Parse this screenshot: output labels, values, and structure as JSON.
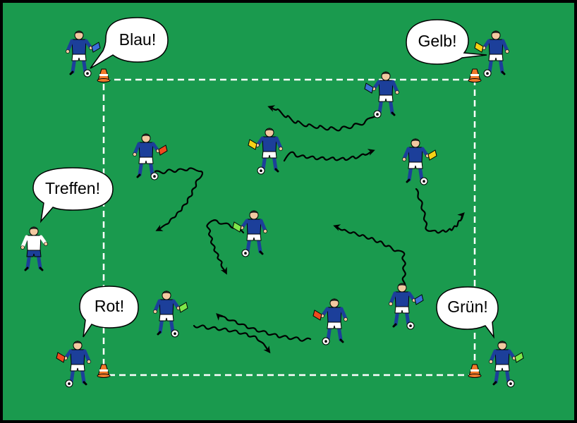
{
  "colors": {
    "field": "#1a9a4e",
    "border": "#000000",
    "line": "#ffffff",
    "shirt": "#1c3f9a",
    "shorts": "#ffffff",
    "skin": "#f2c9a0",
    "bib_blue": "#3b6fd8",
    "bib_yellow": "#f5d315",
    "bib_red": "#f04a1e",
    "bib_green": "#7ee84a",
    "cone": "#f07a2a",
    "arrow": "#000000"
  },
  "calls": {
    "blue": "Blau!",
    "yellow": "Gelb!",
    "red": "Rot!",
    "green": "Grün!",
    "meet": "Treffen!"
  },
  "icons": [
    "player-icon",
    "ball-icon",
    "cone-icon",
    "coach-icon",
    "speech-bubble-icon",
    "dribble-arrow-icon"
  ]
}
